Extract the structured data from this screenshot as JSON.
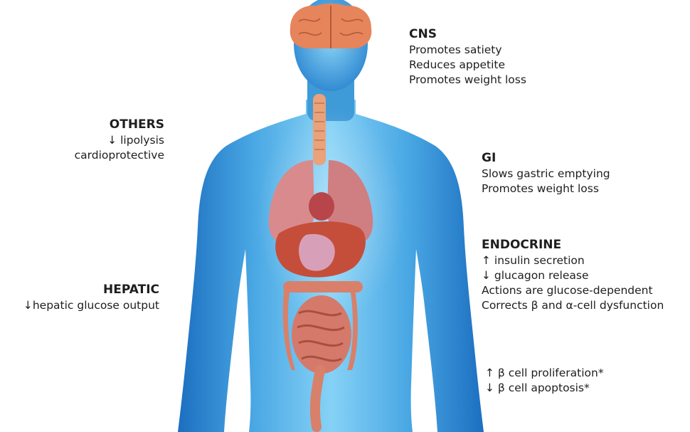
{
  "cns": {
    "heading": "CNS",
    "items": [
      "Promotes satiety",
      "Reduces appetite",
      "Promotes weight loss"
    ]
  },
  "gi": {
    "heading": "GI",
    "items": [
      "Slows gastric emptying",
      "Promotes weight loss"
    ]
  },
  "endocrine": {
    "heading": "ENDOCRINE",
    "items": [
      "↑ insulin secretion",
      "↓ glucagon release",
      "Actions are glucose-dependent",
      "Corrects  β and α-cell dysfunction"
    ]
  },
  "beta_cell": {
    "items": [
      "↑ β cell proliferation*",
      "↓ β cell apoptosis*"
    ]
  },
  "others": {
    "heading": "OTHERS",
    "items": [
      "↓ lipolysis",
      "cardioprotective"
    ]
  },
  "hepatic": {
    "heading": "HEPATIC",
    "items": [
      "↓hepatic glucose output"
    ]
  },
  "colors": {
    "body_light": "#6ec6f0",
    "body_dark": "#1f78c8",
    "brain": "#e8845c",
    "lung": "#d98a8c",
    "liver": "#c8503c",
    "stomach": "#d8a0b8",
    "intestine": "#d8806a"
  }
}
